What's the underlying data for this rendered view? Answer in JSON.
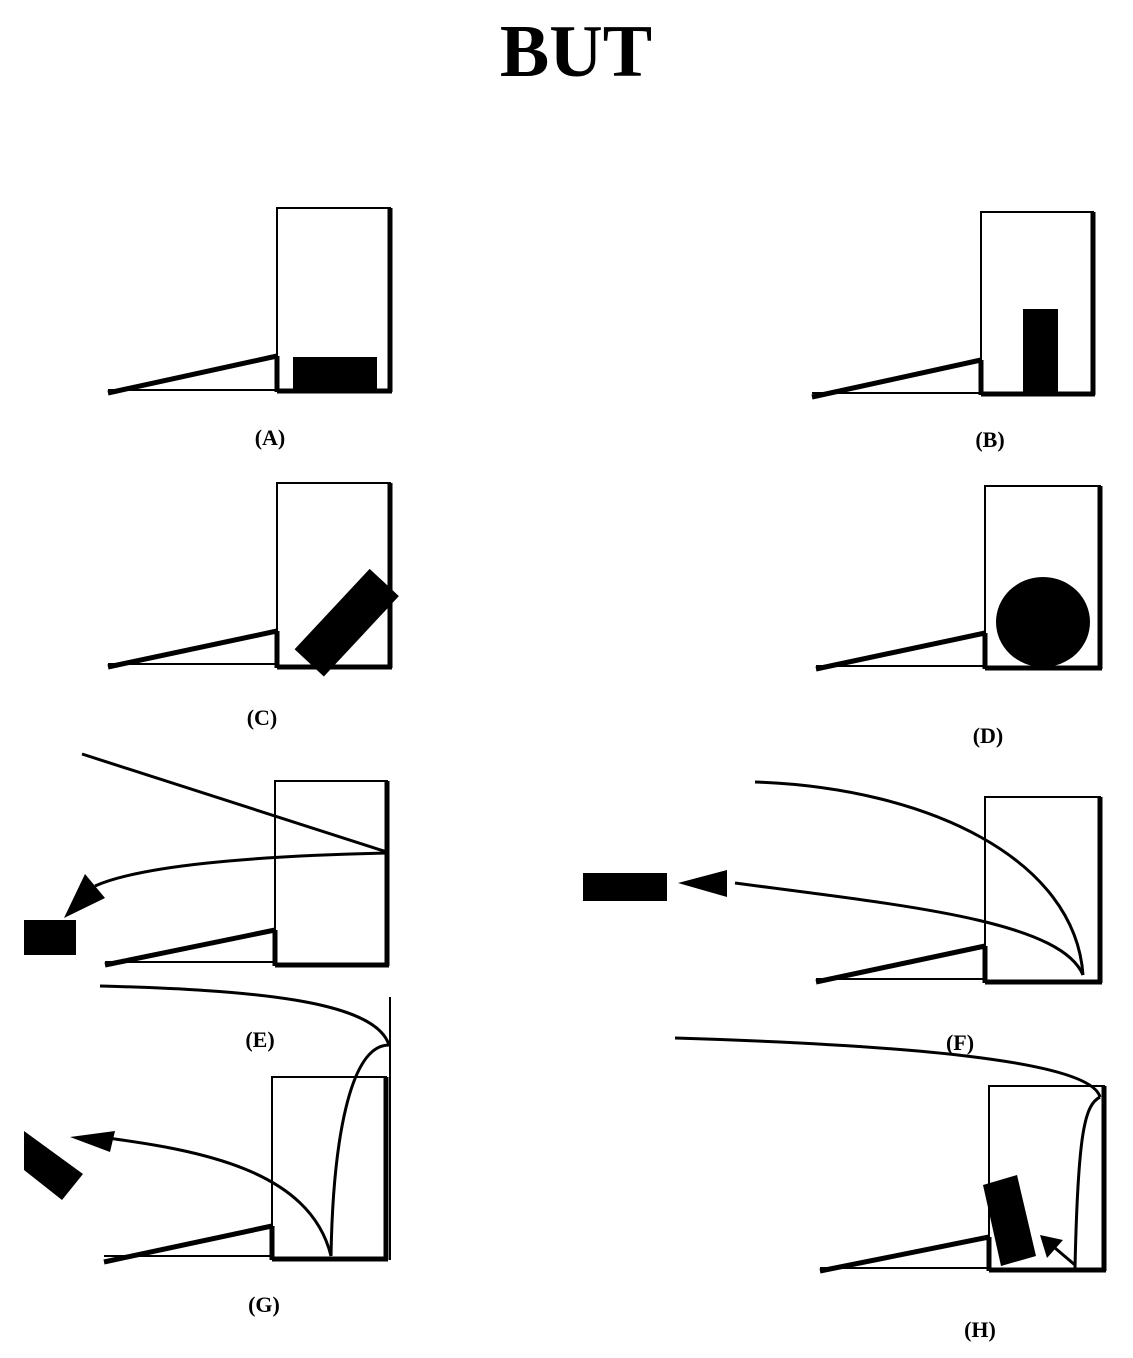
{
  "title": "BUT",
  "colors": {
    "ink": "#000000",
    "background": "#ffffff"
  },
  "panels": [
    {
      "id": "A",
      "label": "(A)"
    },
    {
      "id": "B",
      "label": "(B)"
    },
    {
      "id": "C",
      "label": "(C)"
    },
    {
      "id": "D",
      "label": "(D)"
    },
    {
      "id": "E",
      "label": "(E)"
    },
    {
      "id": "F",
      "label": "(F)"
    },
    {
      "id": "G",
      "label": "(G)"
    },
    {
      "id": "H",
      "label": "(H)"
    }
  ]
}
